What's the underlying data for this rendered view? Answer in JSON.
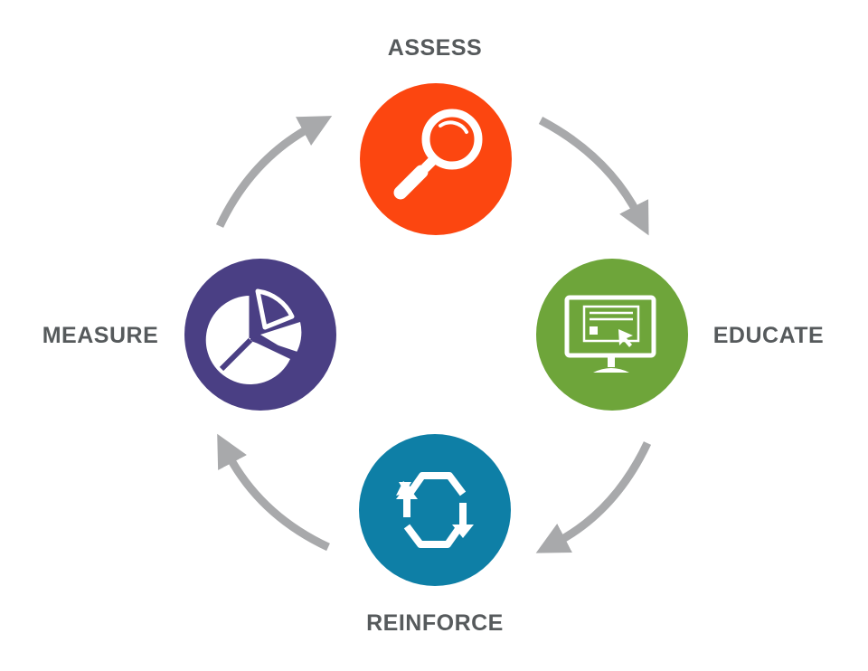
{
  "steps": {
    "assess": {
      "label": "ASSESS",
      "color": "#fc4610",
      "icon": "magnifying-glass-icon"
    },
    "educate": {
      "label": "EDUCATE",
      "color": "#6ea53a",
      "icon": "computer-monitor-icon"
    },
    "reinforce": {
      "label": "REINFORCE",
      "color": "#0e7fa6",
      "icon": "refresh-cycle-icon"
    },
    "measure": {
      "label": "MEASURE",
      "color": "#4a3f84",
      "icon": "pie-chart-icon"
    }
  },
  "arrow_color": "#a8a9ab",
  "label_color": "#565a5c"
}
